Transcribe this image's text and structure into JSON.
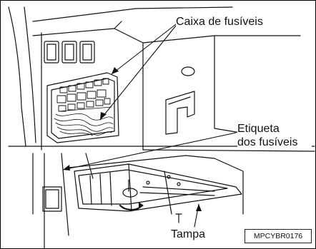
{
  "labels": {
    "fuse_box": "Caixa de fusíveis",
    "fuse_label_line1": "Etiqueta",
    "fuse_label_line2": "dos fusíveis",
    "cover": "Tampa"
  },
  "figure_code": "MPCYBR0176"
}
